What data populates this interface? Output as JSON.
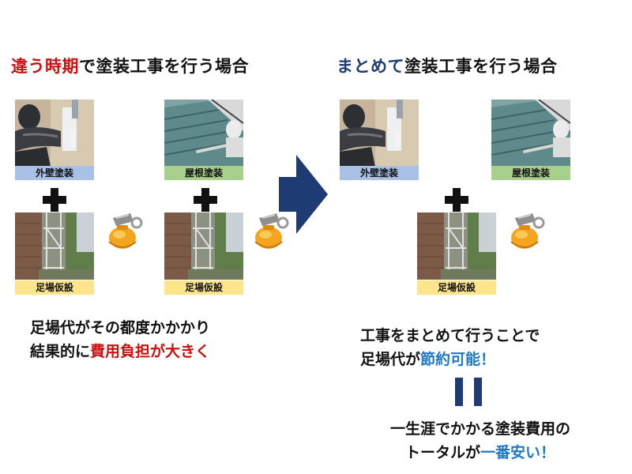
{
  "left_heading": {
    "part1": "違う時期",
    "part2": "で塗装工事を行う場合"
  },
  "right_heading": {
    "part1": "まとめて",
    "part2": "塗装工事を行う場合"
  },
  "labels": {
    "exterior_wall": "外壁塗装",
    "roof": "屋根塗装",
    "scaffold": "足場仮設"
  },
  "left_text": {
    "line1": "足場代がその都度かかかり",
    "line2_prefix": "結果的に",
    "line2_highlight": "費用負担が大きく"
  },
  "right_text": {
    "line1": "工事をまとめて行うことで",
    "line2_prefix": "足場代が",
    "line2_highlight": "節約可能！"
  },
  "conclusion": {
    "line1": "一生涯でかかる塗装費用の",
    "line2_prefix": "トータルが",
    "line2_highlight": "一番安い！"
  },
  "colors": {
    "red": "#cc0f0f",
    "navy": "#1f3b73",
    "blue": "#1f78c8",
    "arrow": "#1f3b73"
  },
  "icons": {
    "arrow": "right-arrow-icon",
    "plus": "plus-icon",
    "coin": "money-bag-icon"
  }
}
